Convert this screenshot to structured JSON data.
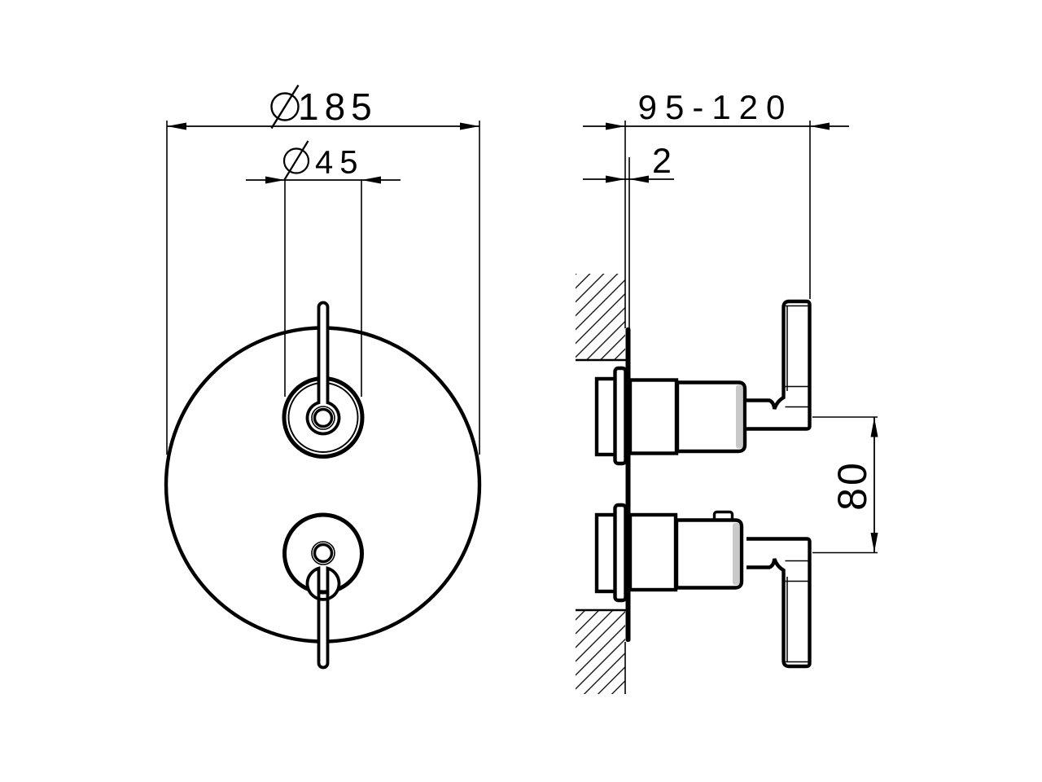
{
  "drawing": {
    "description": "Technical dimension drawing of concealed two-handle shower mixer: front view of round plate with two levers, side section view at wall",
    "colors": {
      "background": "#ffffff",
      "line": "#000000",
      "cartridge_shading": "#c9c9c9"
    },
    "dimensions": {
      "plate_diameter": {
        "symbol": "⌀",
        "value": "185"
      },
      "knob_diameter": {
        "symbol": "⌀",
        "value": "45"
      },
      "install_depth": {
        "value": "95-120"
      },
      "plate_thickness": {
        "value": "2"
      },
      "handle_spacing": {
        "value": "80"
      }
    }
  }
}
